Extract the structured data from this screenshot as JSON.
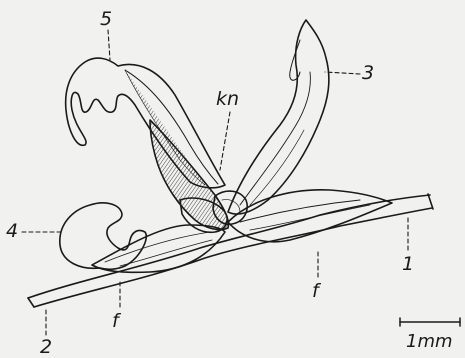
{
  "labels": {
    "part_1": "1",
    "part_2": "2",
    "part_3": "3",
    "part_4": "4",
    "part_5": "5",
    "kn": "kn",
    "f_left": "f",
    "f_right": "f"
  },
  "scale_bar": {
    "label": "1mm"
  },
  "colors": {
    "ink": "#1a1a1a",
    "paper": "#f1f1ef"
  }
}
